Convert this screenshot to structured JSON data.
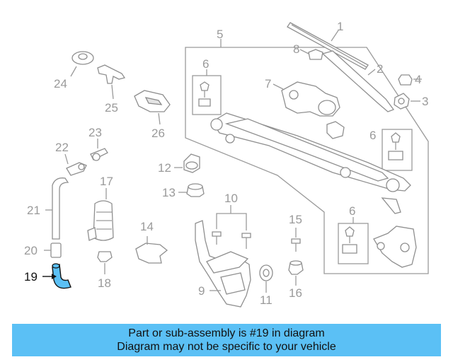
{
  "callouts": {
    "c1": "1",
    "c2": "2",
    "c3": "3",
    "c4": "4",
    "c5": "5",
    "c6a": "6",
    "c6b": "6",
    "c6c": "6",
    "c7": "7",
    "c8": "8",
    "c9": "9",
    "c10": "10",
    "c11": "11",
    "c12": "12",
    "c13": "13",
    "c14": "14",
    "c15": "15",
    "c16": "16",
    "c17": "17",
    "c18": "18",
    "c19": "19",
    "c20": "20",
    "c21": "21",
    "c22": "22",
    "c23": "23",
    "c24": "24",
    "c25": "25",
    "c26": "26"
  },
  "highlighted_part": "19",
  "colors": {
    "highlight": "#5bc0f5",
    "banner_bg": "#5bc0f5",
    "part_line": "#9a9a9a",
    "text": "#111111"
  },
  "banner": {
    "line1": "Part or sub-assembly is #19 in diagram",
    "line2": "Diagram may not be specific to your vehicle"
  }
}
